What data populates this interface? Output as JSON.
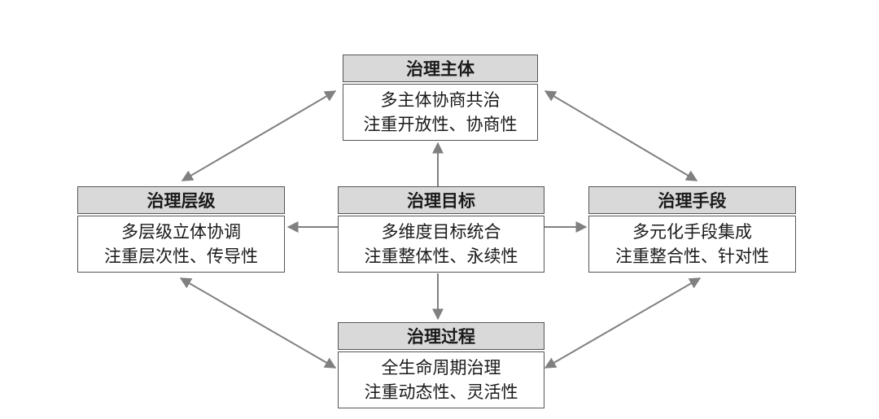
{
  "colors": {
    "header_fill": "#d9d9d9",
    "border": "#555555",
    "arrow": "#808080",
    "text": "#1a1a1a"
  },
  "nodes": {
    "subject": {
      "title": "治理主体",
      "line1": "多主体协商共治",
      "line2": "注重开放性、协商性"
    },
    "level": {
      "title": "治理层级",
      "line1": "多层级立体协调",
      "line2": "注重层次性、传导性"
    },
    "goal": {
      "title": "治理目标",
      "line1": "多维度目标统合",
      "line2": "注重整体性、永续性"
    },
    "means": {
      "title": "治理手段",
      "line1": "多元化手段集成",
      "line2": "注重整合性、针对性"
    },
    "process": {
      "title": "治理过程",
      "line1": "全生命周期治理",
      "line2": "注重动态性、灵活性"
    }
  }
}
